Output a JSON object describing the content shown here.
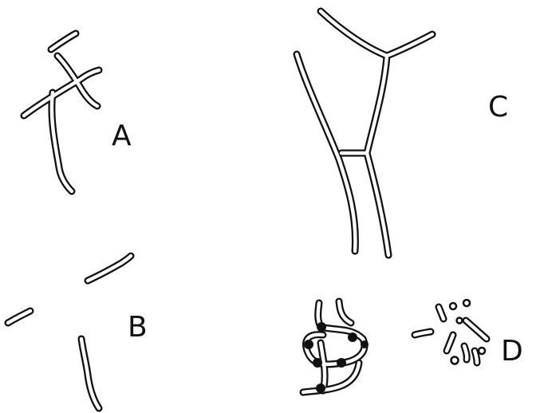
{
  "figure": {
    "panels": [
      {
        "id": "A",
        "label": "A"
      },
      {
        "id": "B",
        "label": "B"
      },
      {
        "id": "C",
        "label": "C"
      },
      {
        "id": "D",
        "label": "D"
      }
    ],
    "colors": {
      "ink": "#111111",
      "background": "#ffffff"
    }
  }
}
